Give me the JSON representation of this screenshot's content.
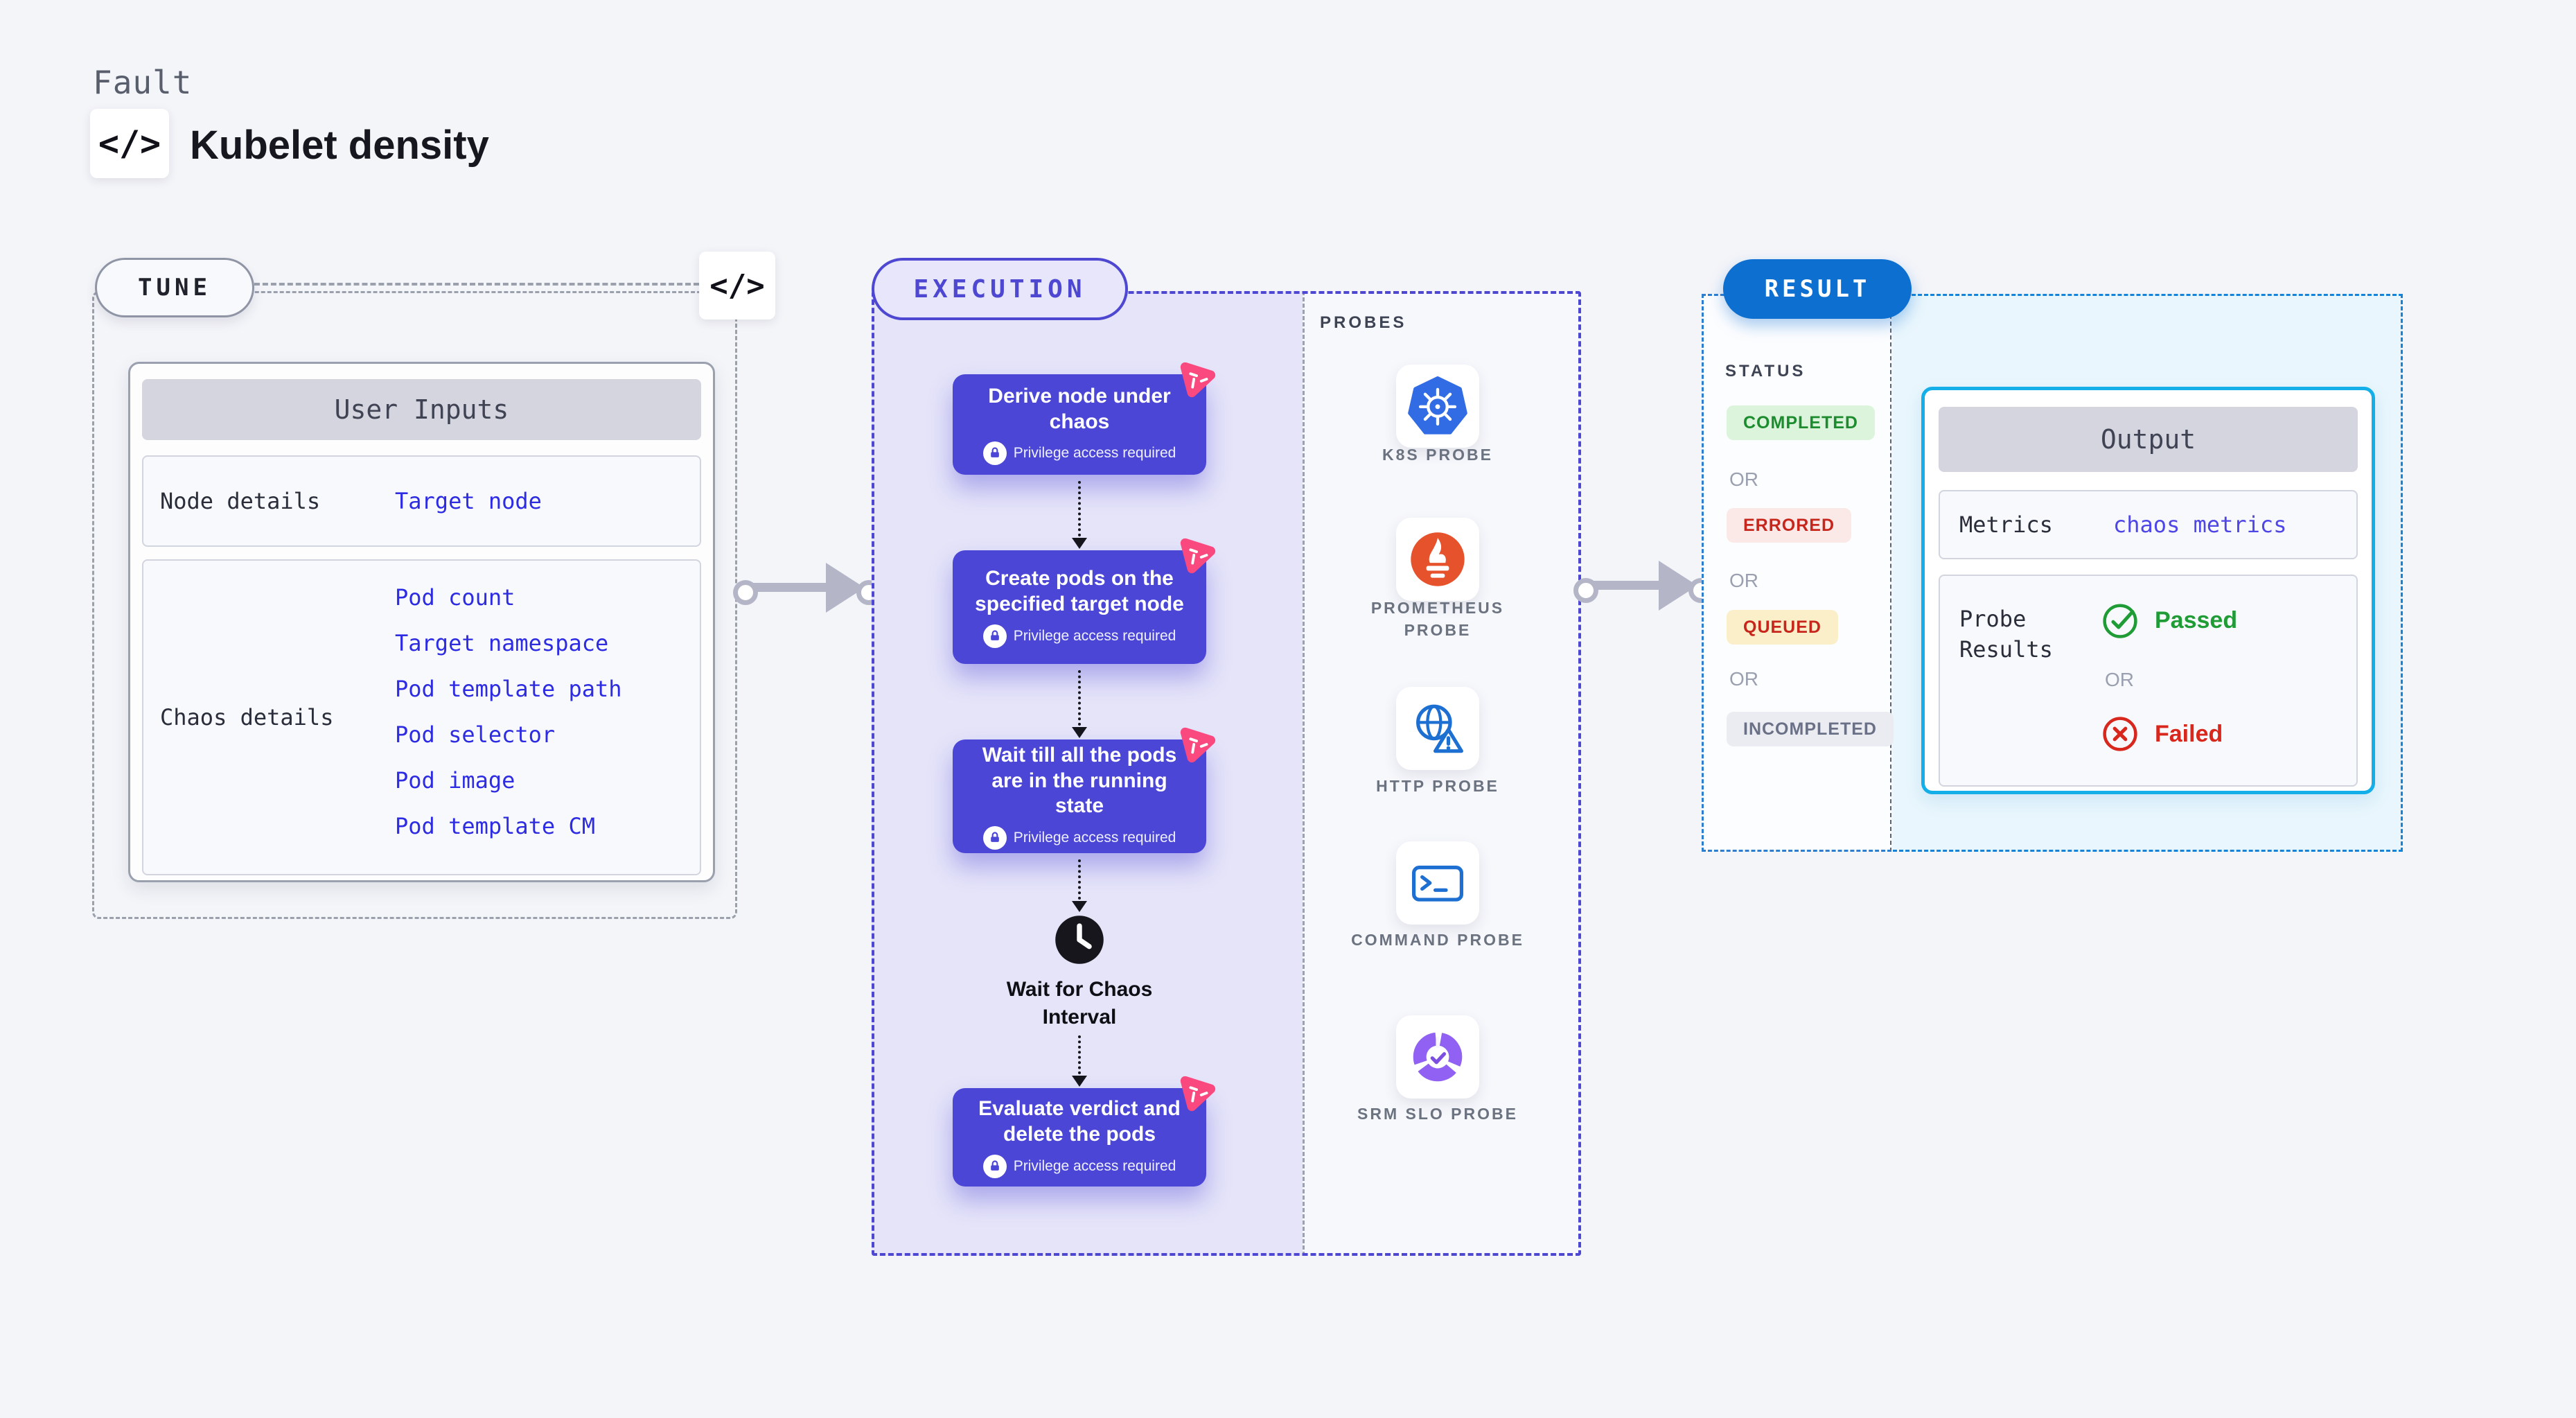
{
  "header": {
    "eyebrow": "Fault",
    "title": "Kubelet density",
    "code_glyph": "</>"
  },
  "tune": {
    "pill": "TUNE",
    "table": {
      "header": "User Inputs",
      "rows": [
        {
          "label": "Node details",
          "links": [
            "Target node"
          ]
        },
        {
          "label": "Chaos details",
          "links": [
            "Pod count",
            "Target namespace",
            "Pod template path",
            "Pod selector",
            "Pod image",
            "Pod template CM"
          ]
        }
      ]
    }
  },
  "execution": {
    "pill": "EXECUTION",
    "privilege_label": "Privilege access required",
    "steps": [
      "Derive node under chaos",
      "Create pods on the specified target node",
      "Wait till all the pods are in the running state",
      "Evaluate verdict and delete the pods"
    ],
    "wait_label": "Wait for Chaos Interval"
  },
  "probes": {
    "label": "PROBES",
    "items": [
      {
        "name": "K8S PROBE",
        "icon": "kubernetes-icon"
      },
      {
        "name": "PROMETHEUS PROBE",
        "icon": "prometheus-icon"
      },
      {
        "name": "HTTP PROBE",
        "icon": "http-globe-icon"
      },
      {
        "name": "COMMAND PROBE",
        "icon": "terminal-icon"
      },
      {
        "name": "SRM SLO PROBE",
        "icon": "slo-donut-icon"
      }
    ]
  },
  "result": {
    "pill": "RESULT",
    "status_label": "STATUS",
    "or_label": "OR",
    "statuses": [
      {
        "label": "COMPLETED",
        "kind": "success"
      },
      {
        "label": "ERRORED",
        "kind": "error"
      },
      {
        "label": "QUEUED",
        "kind": "queued"
      },
      {
        "label": "INCOMPLETED",
        "kind": "neutral"
      }
    ],
    "output": {
      "header": "Output",
      "metrics_label": "Metrics",
      "metrics_value": "chaos metrics",
      "probe_results_label": "Probe Results",
      "passed": "Passed",
      "failed": "Failed"
    }
  },
  "colors": {
    "page_bg": "#f4f5f9",
    "accent_indigo": "#4b46d6",
    "lavender_bg": "#e5e4f9",
    "link_blue": "#2d2ce2",
    "metric_link": "#4f46e8",
    "result_blue": "#0d6fd0",
    "cyan_border": "#14aee8",
    "cyan_bg": "#e9f6fd",
    "pink_badge": "#f9497f",
    "success_green": "#1f9c35",
    "fail_red": "#d8271c",
    "arrow_gray": "#b4b6c8"
  }
}
